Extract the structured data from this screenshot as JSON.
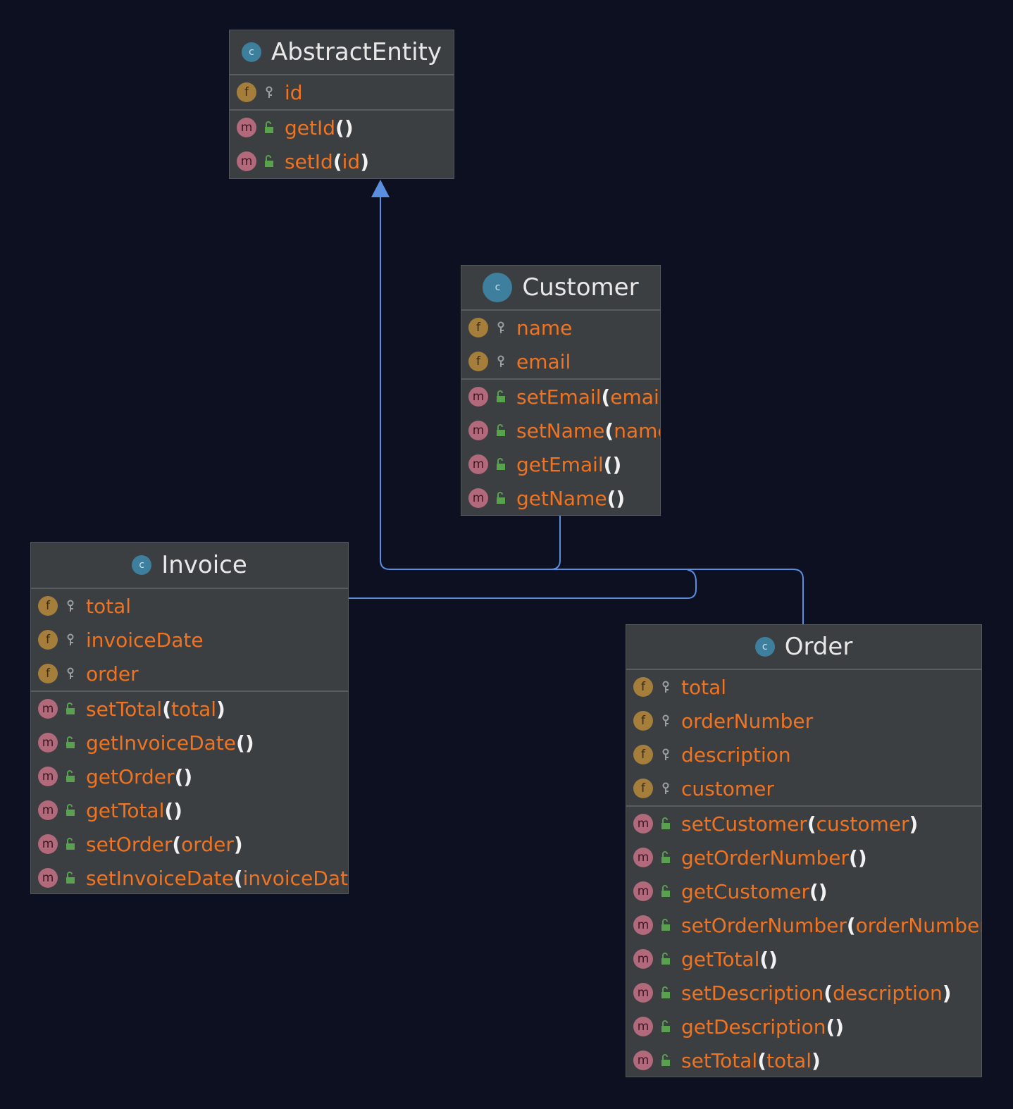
{
  "classes": {
    "abstract_entity": {
      "name": "AbstractEntity",
      "fields": [
        "id"
      ],
      "methods": [
        {
          "name": "getId",
          "param": ""
        },
        {
          "name": "setId",
          "param": "id"
        }
      ]
    },
    "customer": {
      "name": "Customer",
      "fields": [
        "name",
        "email"
      ],
      "methods": [
        {
          "name": "setEmail",
          "param": "email"
        },
        {
          "name": "setName",
          "param": "name"
        },
        {
          "name": "getEmail",
          "param": ""
        },
        {
          "name": "getName",
          "param": ""
        }
      ]
    },
    "invoice": {
      "name": "Invoice",
      "fields": [
        "total",
        "invoiceDate",
        "order"
      ],
      "methods": [
        {
          "name": "setTotal",
          "param": "total"
        },
        {
          "name": "getInvoiceDate",
          "param": ""
        },
        {
          "name": "getOrder",
          "param": ""
        },
        {
          "name": "getTotal",
          "param": ""
        },
        {
          "name": "setOrder",
          "param": "order"
        },
        {
          "name": "setInvoiceDate",
          "param": "invoiceDate"
        }
      ]
    },
    "order": {
      "name": "Order",
      "fields": [
        "total",
        "orderNumber",
        "description",
        "customer"
      ],
      "methods": [
        {
          "name": "setCustomer",
          "param": "customer"
        },
        {
          "name": "getOrderNumber",
          "param": ""
        },
        {
          "name": "getCustomer",
          "param": ""
        },
        {
          "name": "setOrderNumber",
          "param": "orderNumber"
        },
        {
          "name": "getTotal",
          "param": ""
        },
        {
          "name": "setDescription",
          "param": "description"
        },
        {
          "name": "getDescription",
          "param": ""
        },
        {
          "name": "setTotal",
          "param": "total"
        }
      ]
    }
  },
  "icons": {
    "class_letter": "c",
    "field_letter": "f",
    "method_letter": "m"
  },
  "relations": [
    {
      "type": "inheritance",
      "from": "Customer",
      "to": "AbstractEntity"
    },
    {
      "type": "inheritance",
      "from": "Invoice",
      "to": "AbstractEntity"
    },
    {
      "type": "inheritance",
      "from": "Order",
      "to": "AbstractEntity"
    }
  ],
  "colors": {
    "background": "#0c1020",
    "node_fill": "#3c3f41",
    "member_name": "#ef7320",
    "edge": "#5a8fe0"
  }
}
